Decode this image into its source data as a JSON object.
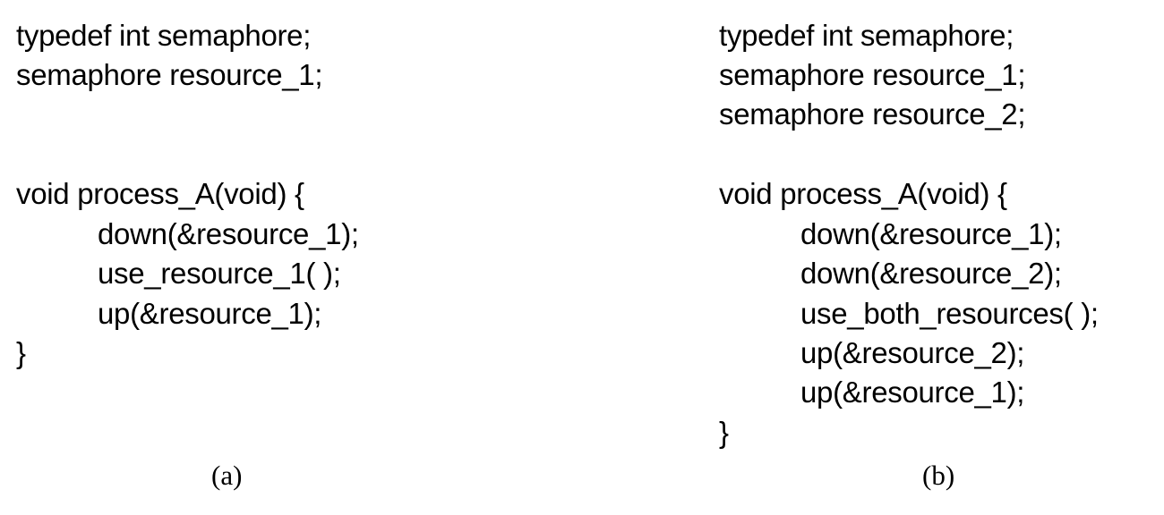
{
  "figure_a": {
    "lines": [
      "typedef int semaphore;",
      "semaphore resource_1;",
      "void process_A(void) {",
      "down(&resource_1);",
      "use_resource_1( );",
      "up(&resource_1);",
      "}"
    ],
    "caption": "(a)"
  },
  "figure_b": {
    "lines": [
      "typedef int semaphore;",
      "semaphore resource_1;",
      "semaphore resource_2;",
      "void process_A(void) {",
      "down(&resource_1);",
      "down(&resource_2);",
      "use_both_resources( );",
      "up(&resource_2);",
      "up(&resource_1);",
      "}"
    ],
    "caption": "(b)"
  }
}
